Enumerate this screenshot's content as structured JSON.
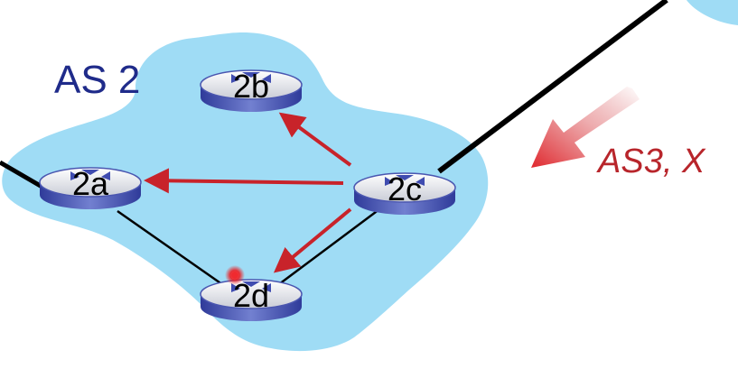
{
  "as_region": {
    "label": "AS 2",
    "fill": "#9fdcf5"
  },
  "routers": [
    {
      "id": "2a",
      "label": "2a"
    },
    {
      "id": "2b",
      "label": "2b"
    },
    {
      "id": "2c",
      "label": "2c"
    },
    {
      "id": "2d",
      "label": "2d"
    }
  ],
  "links": [
    {
      "from": "2a",
      "to": "2d"
    },
    {
      "from": "2c",
      "to": "2d"
    },
    {
      "from": "external-left",
      "to": "2a"
    },
    {
      "from": "2c",
      "to": "external-as3"
    }
  ],
  "advertisement_flows": [
    {
      "from": "2c",
      "to": "2b"
    },
    {
      "from": "2c",
      "to": "2a"
    },
    {
      "from": "2c",
      "to": "2d"
    }
  ],
  "incoming_route": {
    "label": "AS3, X"
  },
  "colors": {
    "arrow": "#c8232a",
    "link": "#000000",
    "router_body": "#b9bcc8",
    "router_rim": "#3d4aa8",
    "title": "#1f2b8a",
    "route_label": "#b8252b",
    "marker": "#e8262b"
  }
}
